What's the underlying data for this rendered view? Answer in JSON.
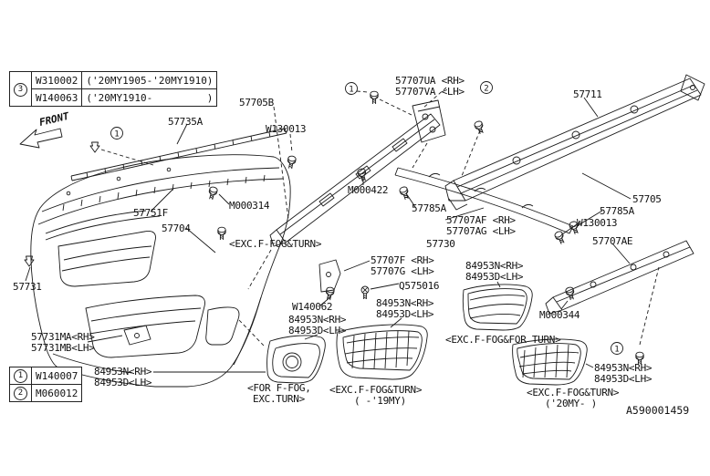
{
  "diagram": {
    "id": "A590001459",
    "front_label": "FRONT"
  },
  "colors": {
    "line": "#1a1a1a",
    "background": "#ffffff"
  },
  "legend_top": {
    "ref": "3",
    "rows": [
      {
        "part": "W310002",
        "range": "('20MY1905-'20MY1910)"
      },
      {
        "part": "W140063",
        "range": "('20MY1910-         )"
      }
    ]
  },
  "legend_bottom": {
    "rows": [
      {
        "ref": "1",
        "part": "W140007"
      },
      {
        "ref": "2",
        "part": "M060012"
      }
    ]
  },
  "callouts": [
    "1",
    "1",
    "2",
    "1"
  ],
  "labels": [
    "57735A",
    "57705B",
    "W130013",
    "57707UA <RH>",
    "57707VA <LH>",
    "57711",
    "M000422",
    "M000314",
    "57751F",
    "57704",
    "57785A",
    "57707AF <RH>",
    "57707AG <LH>",
    "57705",
    "57785A",
    "W130013",
    "57707AE",
    "<EXC.F-FOG&TURN>",
    "57730",
    "57707F <RH>",
    "57707G <LH>",
    "Q575016",
    "84953N<RH>",
    "84953D<LH>",
    "W140062",
    "84953N<RH>",
    "84953D<LH>",
    "84953N<RH>",
    "84953D<LH>",
    "M000344",
    "57731",
    "57731MA<RH>",
    "57731MB<LH>",
    "<EXC.F-FOG&FOR TURN>",
    "84953N<RH>",
    "84953D<LH>",
    "<FOR F-FOG,",
    "EXC.TURN>",
    "<EXC.F-FOG&TURN>",
    "( -'19MY)",
    "84953N<RH>",
    "84953D<LH>",
    "<EXC.F-FOG&TURN>",
    "('20MY- )"
  ]
}
